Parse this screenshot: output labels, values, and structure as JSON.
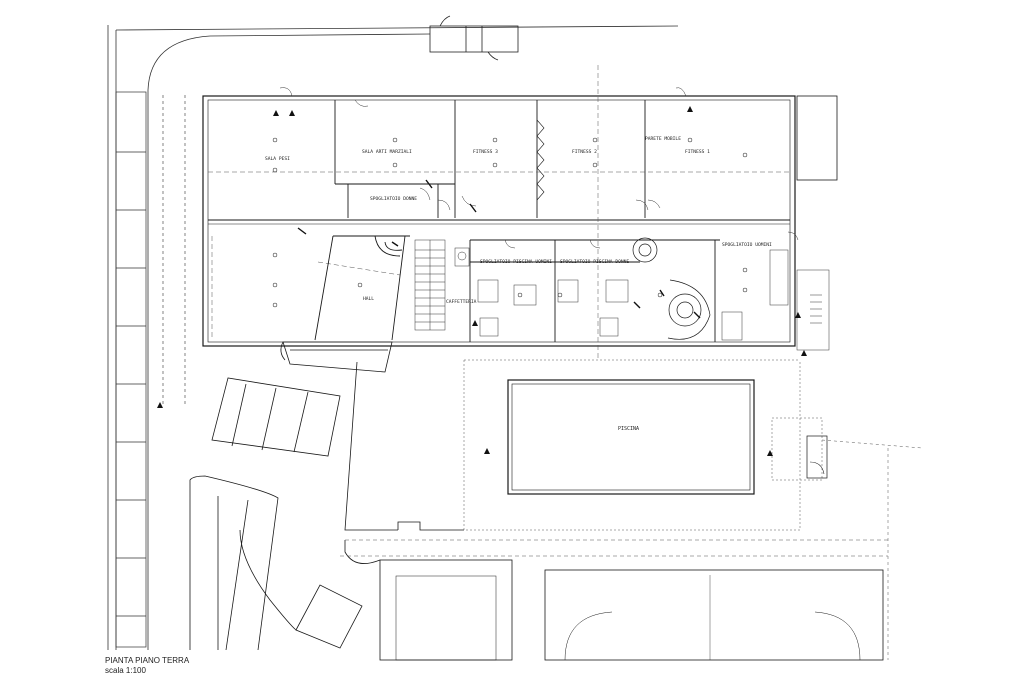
{
  "drawing": {
    "title": "PIANTA PIANO TERRA",
    "scale": "scala 1:100"
  },
  "rooms": {
    "sala_pesi": "SALA PESI",
    "sala_arti_marziali": "SALA ARTI MARZIALI",
    "fitness_3": "FITNESS 3",
    "fitness_2": "FITNESS 2",
    "fitness_1": "FITNESS 1",
    "parete_mobile": "PARETE MOBILE",
    "spogliatoio_donne": "SPOGLIATOIO DONNE",
    "hall": "HALL",
    "caffetteria": "CAFFETTERIA",
    "spogliatoi_piscina_uomini": "SPOGLIATOIO PISCINA UOMINI",
    "spogliatoi_piscina_donne": "SPOGLIATOIO PISCINA DONNE",
    "spogliatoio_uomini": "SPOGLIATOIO UOMINI",
    "piscina": "PISCINA"
  },
  "colors": {
    "line": "#1a1a1a",
    "light_line": "#777777",
    "background": "#ffffff"
  }
}
